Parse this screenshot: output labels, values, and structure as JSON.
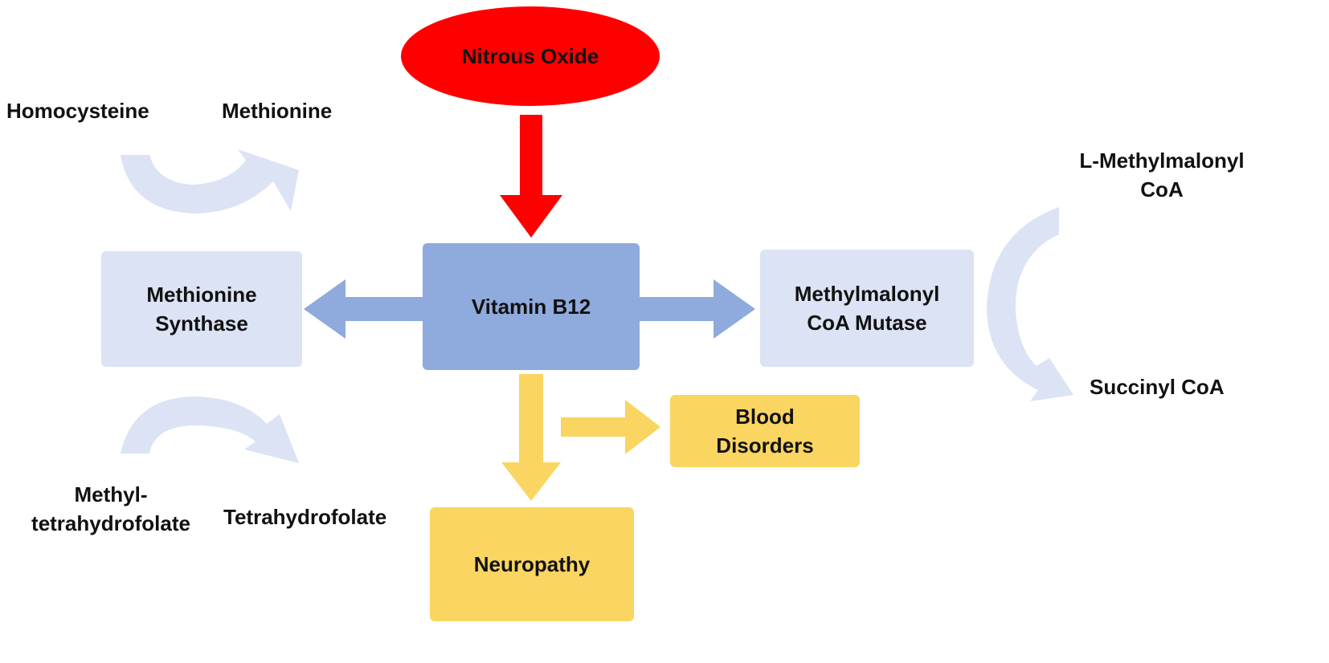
{
  "colors": {
    "red": "#ff0000",
    "blue_mid": "#8faadc",
    "blue_light": "#dbe3f4",
    "yellow": "#fad561"
  },
  "nodes": {
    "nitrous_oxide": "Nitrous Oxide",
    "vitamin_b12": "Vitamin B12",
    "methionine_synthase": [
      "Methionine",
      "Synthase"
    ],
    "methylmalonyl_mutase": [
      "Methylmalonyl",
      "CoA Mutase"
    ],
    "blood_disorders": [
      "Blood",
      "Disorders"
    ],
    "neuropathy": "Neuropathy"
  },
  "labels": {
    "homocysteine": "Homocysteine",
    "methionine": "Methionine",
    "methyl_thf": [
      "Methyl-",
      "tetrahydrofolate"
    ],
    "thf": "Tetrahydrofolate",
    "l_methylmalonyl": [
      "L-Methylmalonyl",
      "CoA"
    ],
    "succinyl_coa": "Succinyl CoA"
  }
}
